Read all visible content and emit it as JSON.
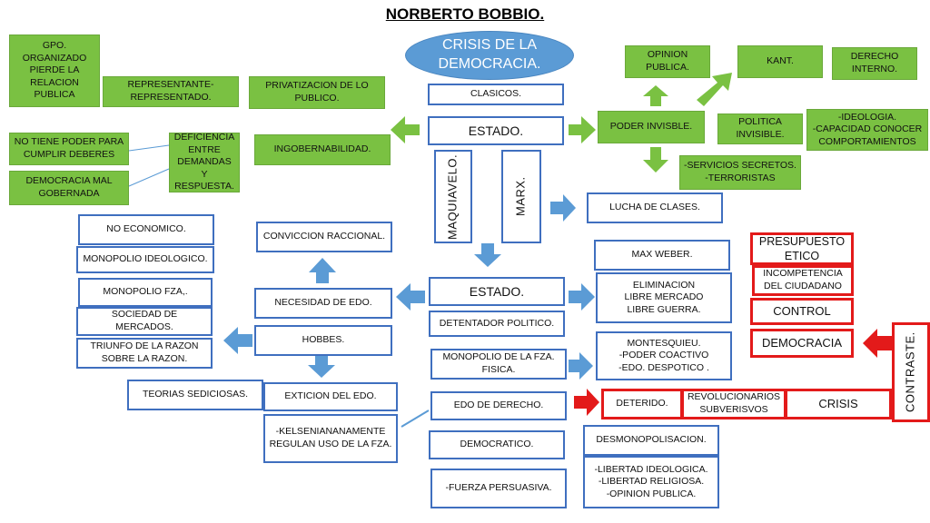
{
  "title": "NORBERTO BOBBIO.",
  "center": {
    "crisis": "CRISIS DE LA\nDEMOCRACIA.",
    "clasicos": "CLASICOS.",
    "estado_top": "ESTADO.",
    "maquiavelo": "MAQUIAVELO.",
    "marx": "MARX.",
    "estado_mid": "ESTADO.",
    "detentador": "DETENTADOR POLITICO.",
    "monopolio_fza": "MONOPOLIO DE LA FZA.\nFISICA.",
    "edo_derecho": "EDO DE DERECHO.",
    "democratico": "DEMOCRATICO.",
    "fuerza_persuasiva": "-FUERZA PERSUASIVA."
  },
  "left_green": {
    "gpo": "GPO.\nORGANIZADO\nPIERDE LA\nRELACION\nPUBLICA",
    "representante": "REPRESENTANTE-\nREPRESENTADO.",
    "privatizacion": "PRIVATIZACION DE LO\nPUBLICO.",
    "no_tiene_poder": "NO TIENE PODER PARA\nCUMPLIR DEBERES",
    "deficiencia": "DEFICIENCIA\nENTRE\nDEMANDAS Y\nRESPUESTA.",
    "ingobernabilidad": "INGOBERNABILIDAD.",
    "democracia_mal": "DEMOCRACIA MAL\nGOBERNADA"
  },
  "right_green": {
    "opinion_publica": "OPINION\nPUBLICA.",
    "kant": "KANT.",
    "derecho_interno": "DERECHO\nINTERNO.",
    "poder_invisible": "PODER INVISBLE.",
    "politica_invisible": "POLITICA\nINVISIBLE.",
    "ideologia": "-IDEOLOGIA.\n-CAPACIDAD CONOCER\nCOMPORTAMIENTOS",
    "servicios": "-SERVICIOS SECRETOS.\n-TERRORISTAS"
  },
  "left_blue": {
    "no_economico": "NO ECONOMICO.",
    "monopolio_ideologico": "MONOPOLIO IDEOLOGICO.",
    "monopolio_fza": "MONOPOLIO FZA,.",
    "sociedad_mercados": "SOCIEDAD DE MERCADOS.",
    "triunfo_razon": "TRIUNFO DE LA RAZON\nSOBRE LA RAZON.",
    "conviccion": "CONVICCION RACCIONAL.",
    "necesidad": "NECESIDAD DE EDO.",
    "hobbes": "HOBBES.",
    "teorias": "TEORIAS SEDICIOSAS.",
    "extincion": "EXTICION DEL EDO.",
    "kelseniana": "-KELSENIANANAMENTE\nREGULAN USO DE LA FZA."
  },
  "right_blue": {
    "lucha_clases": "LUCHA DE CLASES.",
    "max_weber": "MAX WEBER.",
    "eliminacion": "ELIMINACION\nLIBRE MERCADO\nLIBRE GUERRA.",
    "montesquieu": "MONTESQUIEU.\n-PODER COACTIVO\n-EDO. DESPOTICO .",
    "desmonopolisacion": "DESMONOPOLISACION.",
    "libertades": "-LIBERTAD  IDEOLOGICA.\n-LIBERTAD RELIGIOSA.\n-OPINION PUBLICA."
  },
  "red": {
    "presupuesto": "PRESUPUESTO\nETICO",
    "incompetencia": "INCOMPETENCIA\nDEL CIUDADANO",
    "control": "CONTROL",
    "democracia": "DEMOCRACIA",
    "contraste": "CONTRASTE.",
    "deterido": "DETERIDO.",
    "revolucionarios": "REVOLUCIONARIOS\nSUBVERISVOS",
    "crisis": "CRISIS"
  },
  "colors": {
    "green": "#7ac142",
    "blue_border": "#3f6fbf",
    "blue_arrow": "#5b9bd5",
    "red": "#e31a1a",
    "ellipse": "#5b9bd5"
  }
}
